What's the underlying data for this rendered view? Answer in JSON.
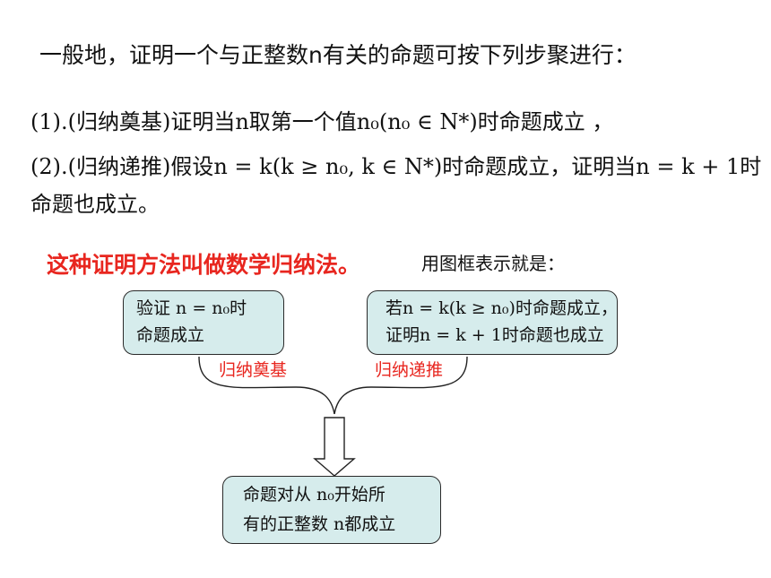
{
  "intro": "一般地，证明一个与正整数n有关的命题可按下列步聚进行：",
  "step1": "(1).(归纳奠基)证明当n取第一个值n₀(n₀ ∈ N*)时命题成立 ，",
  "step2_line1": "(2).(归纳递推)假设n = k(k ≥ n₀, k ∈ N*)时命题成立，证明当n = k + 1时",
  "step2_line2": "命题也成立。",
  "method": "这种证明方法叫做数学归纳法。",
  "frame_label": "用图框表示就是：",
  "flow": {
    "left_box": {
      "line1": "验证  n = n₀时",
      "line2": "命题成立"
    },
    "right_box": {
      "line1": "若n = k(k ≥ n₀)时命题成立，",
      "line2": "证明n = k + 1时命题也成立"
    },
    "left_tag": "归纳奠基",
    "right_tag": "归纳递推",
    "bottom_box": {
      "line1": "命题对从 n₀开始所",
      "line2": "有的正整数  n都成立"
    }
  },
  "colors": {
    "accent_red": "#e8261f",
    "box_fill": "#d6ecec"
  }
}
